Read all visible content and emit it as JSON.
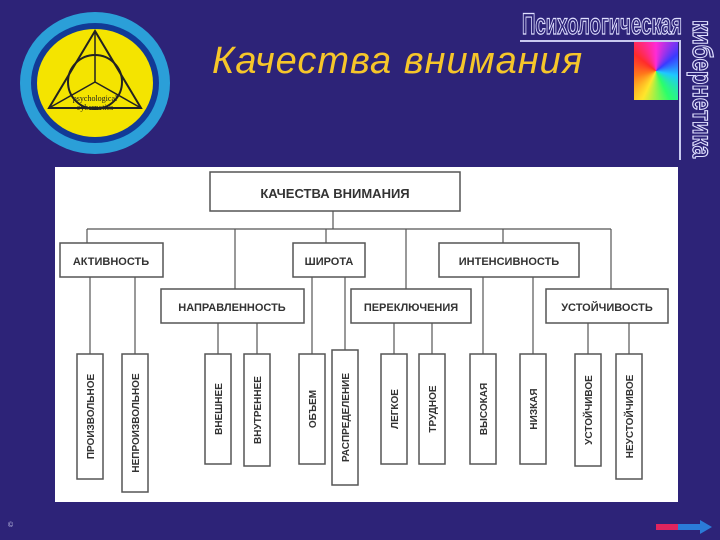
{
  "title": "Качества внимания",
  "brand": {
    "top_text": "Психологическая",
    "side_text": "кибернетика"
  },
  "logo": {
    "line1": "psychological",
    "line2": "cybernetics"
  },
  "footer_mark": "©",
  "diagram": {
    "root": "КАЧЕСТВА ВНИМАНИЯ",
    "level1": [
      "АКТИВНОСТЬ",
      "ШИРОТА",
      "ИНТЕНСИВНОСТЬ"
    ],
    "level2": [
      "НАПРАВЛЕННОСТЬ",
      "ПЕРЕКЛЮЧЕНИЯ",
      "УСТОЙЧИВОСТЬ"
    ],
    "leaves": [
      "ПРОИЗВОЛЬНОЕ",
      "НЕПРОИЗВОЛЬНОЕ",
      "ВНЕШНЕЕ",
      "ВНУТРЕННЕЕ",
      "ОБЪЕМ",
      "РАСПРЕДЕЛЕНИЕ",
      "ЛЕГКОЕ",
      "ТРУДНОЕ",
      "ВЫСОКАЯ",
      "НИЗКАЯ",
      "УСТОЙЧИВОЕ",
      "НЕУСТОЙЧИВОЕ"
    ]
  },
  "colors": {
    "background": "#2d2378",
    "title": "#f6c62a",
    "logo_yellow": "#f4e400",
    "logo_ring": "#2b9fd8"
  }
}
